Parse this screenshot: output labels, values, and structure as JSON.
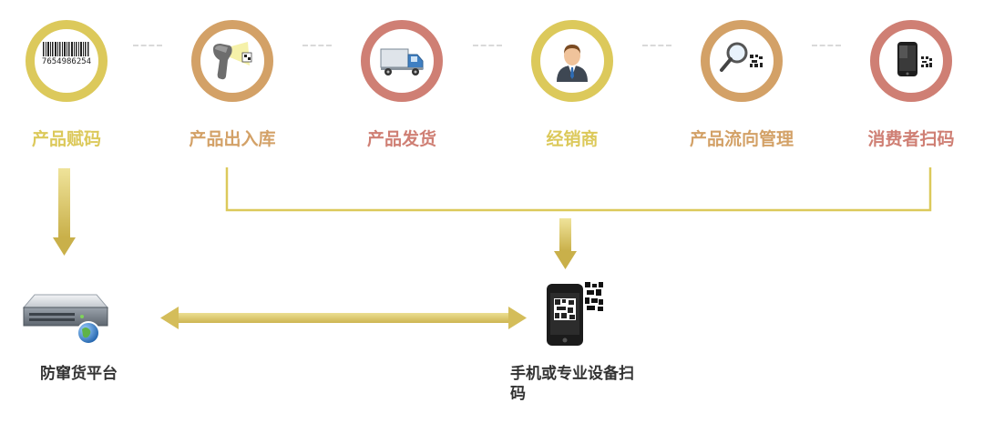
{
  "steps": [
    {
      "label": "产品赋码",
      "color": "#dcc95b",
      "icon": "barcode-icon",
      "barcode_text": "7654986254"
    },
    {
      "label": "产品出入库",
      "color": "#d3a167",
      "icon": "barcode-scanner-icon"
    },
    {
      "label": "产品发货",
      "color": "#cf7f74",
      "icon": "delivery-truck-icon"
    },
    {
      "label": "经销商",
      "color": "#dcc95b",
      "icon": "dealer-person-icon"
    },
    {
      "label": "产品流向管理",
      "color": "#d3a167",
      "icon": "magnifier-qr-icon"
    },
    {
      "label": "消费者扫码",
      "color": "#cf7f74",
      "icon": "smartphone-qr-icon"
    }
  ],
  "platform": {
    "label": "防窜货平台",
    "icon": "server-globe-icon"
  },
  "device": {
    "label_line1": "手机或专业设备扫",
    "label_line2": "码",
    "icon": "phone-qr-scan-icon"
  },
  "colors": {
    "connector": "#dcc95b",
    "arrow_dark": "#c9b04a",
    "dash": "#d9d9d9"
  }
}
